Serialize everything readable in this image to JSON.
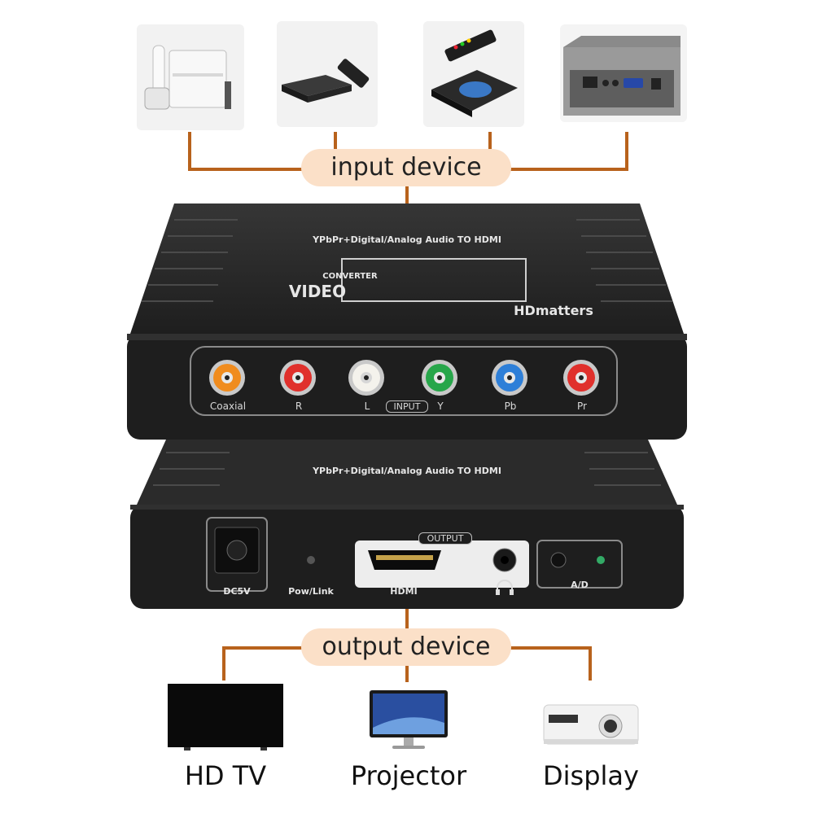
{
  "labels": {
    "input_device": "input device",
    "output_device": "output device"
  },
  "converter": {
    "brand_text": "HDmatters",
    "title_text": "VIDEO",
    "subtitle_text": "CONVERTER",
    "description_top": "YPbPr+Digital/Analog Audio TO HDMI",
    "description_bottom": "YPbPr+Digital/Analog Audio TO HDMI",
    "input_ports": [
      {
        "label": "Coaxial",
        "color": "#f08c1e"
      },
      {
        "label": "R",
        "color": "#e0302c"
      },
      {
        "label": "L",
        "color": "#f4f2ec"
      },
      {
        "label": "Y",
        "color": "#27a64a"
      },
      {
        "label": "Pb",
        "color": "#2e7fd8"
      },
      {
        "label": "Pr",
        "color": "#e0302c"
      }
    ],
    "input_badge": "INPUT",
    "output_badge": "OUTPUT",
    "port_dc": "DC5V",
    "port_pow": "Pow/Link",
    "port_hdmi": "HDMI",
    "port_ad": "A/D"
  },
  "outputs": [
    {
      "name": "HD TV"
    },
    {
      "name": "Projector"
    },
    {
      "name": "Display"
    }
  ],
  "colors": {
    "connector_line": "#b8621c",
    "pill_fill": "#fbe0c8",
    "device_body": "#2a2a2a"
  }
}
